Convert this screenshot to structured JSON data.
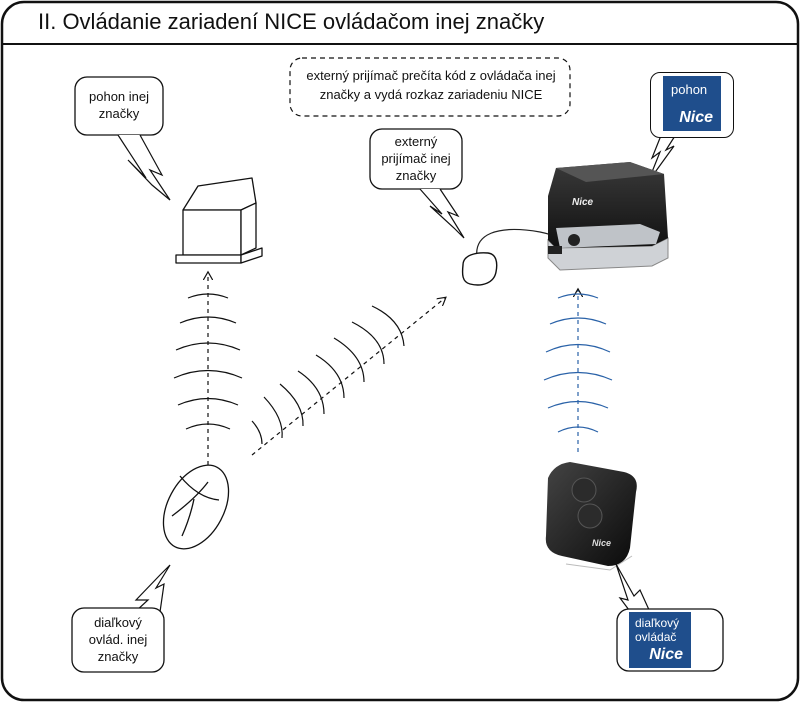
{
  "title": "II. Ovládanie zariadení NICE ovládačom inej značky",
  "bubbles": {
    "other_motor": [
      "pohon inej",
      "značky"
    ],
    "external_receiver": [
      "externý",
      "prijímač inej",
      "značky"
    ],
    "other_remote": [
      "diaľkový",
      "ovlád. inej",
      "značky"
    ],
    "note": [
      "externý prijímač prečíta kód z ovládača inej",
      "značky a vydá rozkaz  zariadeniu NICE"
    ]
  },
  "nice_motor_label": {
    "top": "pohon",
    "logo": "Nice"
  },
  "nice_remote_label": {
    "top": [
      "diaľkový",
      "ovládač"
    ],
    "logo": "Nice"
  },
  "device_logos": {
    "motor": "Nice",
    "remote": "Nice"
  },
  "colors": {
    "brand_blue": "#1f4e8c",
    "nice_wave": "#2a62a8",
    "black_wave": "#111111"
  }
}
